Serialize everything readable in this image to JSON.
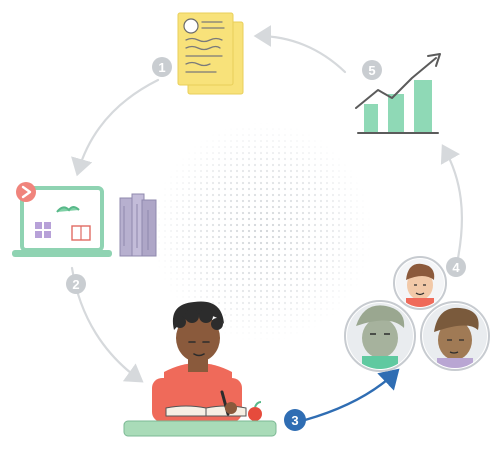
{
  "steps": [
    {
      "number": "1",
      "icon": "documents-icon"
    },
    {
      "number": "2",
      "icon": "laptop-books-icon"
    },
    {
      "number": "3",
      "icon": "student-reading-icon"
    },
    {
      "number": "4",
      "icon": "people-group-icon"
    },
    {
      "number": "5",
      "icon": "growth-chart-icon"
    }
  ],
  "colors": {
    "flow_gray": "#d6d9dc",
    "badge_gray": "#c9cdd1",
    "active_blue": "#2f6db3",
    "mint": "#6fcfa6",
    "paper_yellow": "#f8e27a",
    "laptop_green": "#8fd3b2",
    "book_purple": "#b7b0cf",
    "shirt_coral": "#ef6a5a",
    "desk_green": "#a9dbb8",
    "apple_red": "#e64b3c"
  }
}
